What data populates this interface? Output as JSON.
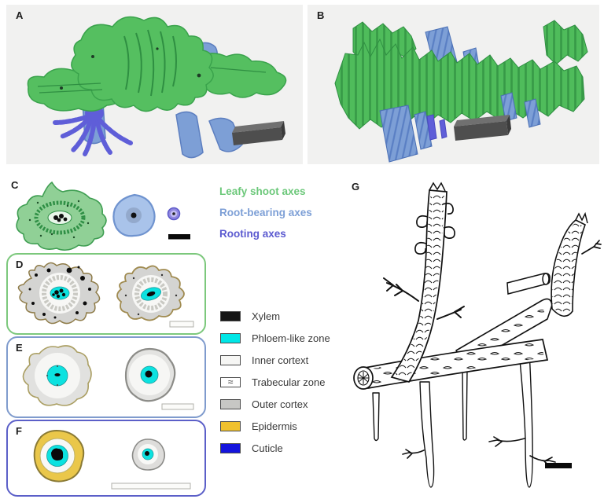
{
  "figure": {
    "panel_labels": {
      "a": "A",
      "b": "B",
      "c": "C",
      "d": "D",
      "e": "E",
      "f": "F",
      "g": "G"
    },
    "axis_legend": {
      "items": [
        {
          "label": "Leafy shoot axes",
          "color": "#6cc87a"
        },
        {
          "label": "Root-bearing axes",
          "color": "#7d9fd6"
        },
        {
          "label": "Rooting axes",
          "color": "#5b5ad0"
        }
      ]
    },
    "tissue_legend": {
      "items": [
        {
          "label": "Xylem",
          "color": "#141414",
          "glyph": ""
        },
        {
          "label": "Phloem-like zone",
          "color": "#00e6e6",
          "glyph": ""
        },
        {
          "label": "Inner cortext",
          "color": "#f6f6f4",
          "glyph": ""
        },
        {
          "label": "Trabecular zone",
          "color": "#ffffff",
          "glyph": "≈"
        },
        {
          "label": "Outer cortex",
          "color": "#c7c7c4",
          "glyph": ""
        },
        {
          "label": "Epidermis",
          "color": "#f0c12e",
          "glyph": ""
        },
        {
          "label": "Cuticle",
          "color": "#1414dd",
          "glyph": ""
        }
      ]
    },
    "colors": {
      "leafy_green": "#53bd5d",
      "root_bearing_blue": "#7d9fd6",
      "rooting_purple": "#5f5ed8",
      "panel_bg": "#f1f1f0"
    }
  }
}
